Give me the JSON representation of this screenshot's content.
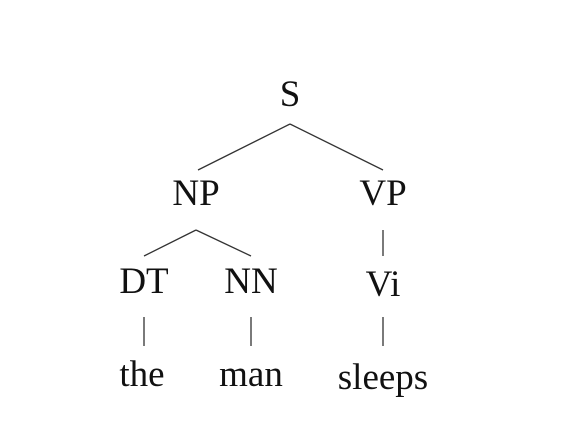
{
  "tree": {
    "root": "S",
    "nodes": {
      "s": "S",
      "np": "NP",
      "vp": "VP",
      "dt": "DT",
      "nn": "NN",
      "vi": "Vi",
      "the": "the",
      "man": "man",
      "sleeps": "sleeps"
    },
    "edges": [
      [
        "s",
        "np"
      ],
      [
        "s",
        "vp"
      ],
      [
        "np",
        "dt"
      ],
      [
        "np",
        "nn"
      ],
      [
        "vp",
        "vi"
      ],
      [
        "dt",
        "the"
      ],
      [
        "nn",
        "man"
      ],
      [
        "vi",
        "sleeps"
      ]
    ]
  },
  "colors": {
    "text": "#111111",
    "line": "#333333",
    "background": "#ffffff"
  }
}
